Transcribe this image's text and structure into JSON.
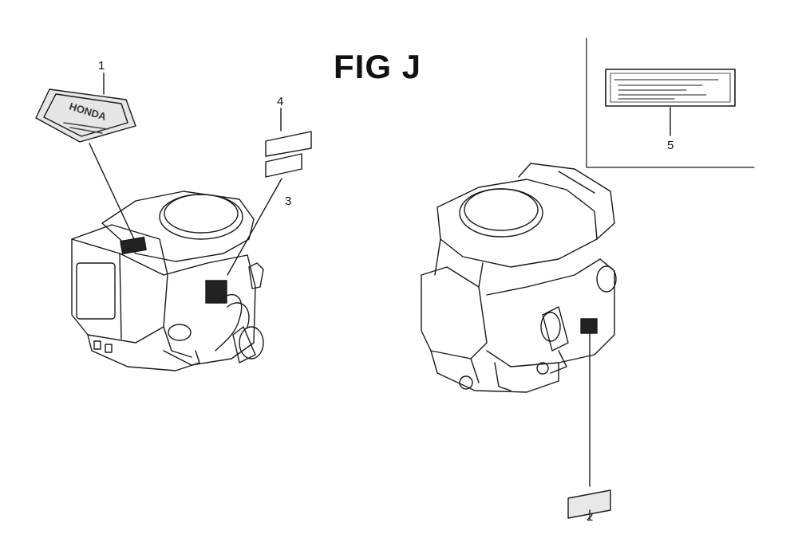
{
  "figure": {
    "title": "FIG J"
  },
  "callouts": [
    {
      "id": "1",
      "label": "1"
    },
    {
      "id": "2",
      "label": "2"
    },
    {
      "id": "3",
      "label": "3"
    },
    {
      "id": "4",
      "label": "4"
    },
    {
      "id": "5",
      "label": "5"
    }
  ],
  "emblem": {
    "text": "HONDA"
  },
  "colors": {
    "ink": "#1a1a1a",
    "paper": "#ffffff"
  }
}
